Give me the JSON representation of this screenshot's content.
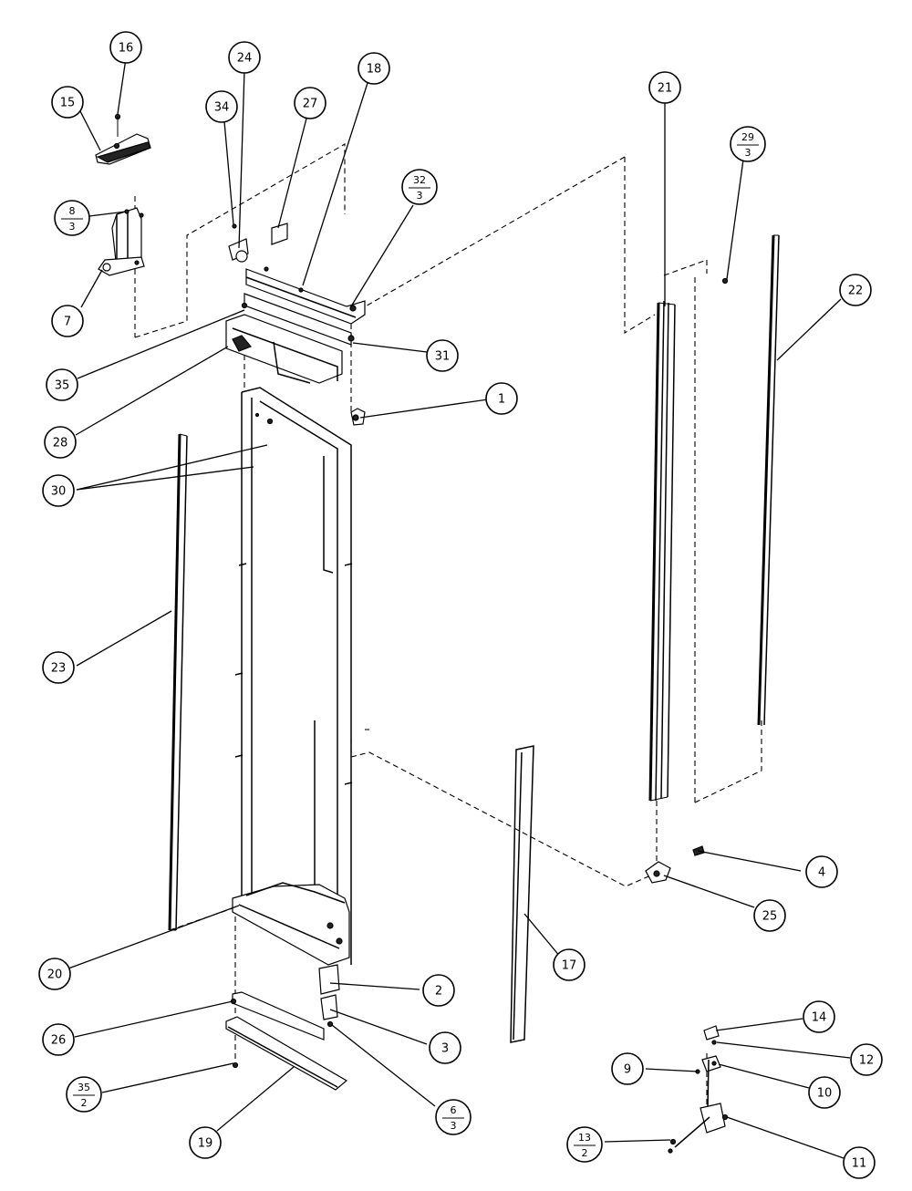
{
  "diagram": {
    "callouts": [
      {
        "id": "c16",
        "label": "16"
      },
      {
        "id": "c15",
        "label": "15"
      },
      {
        "id": "c8_3",
        "num": "8",
        "den": "3"
      },
      {
        "id": "c7",
        "label": "7"
      },
      {
        "id": "c24",
        "label": "24"
      },
      {
        "id": "c34",
        "label": "34"
      },
      {
        "id": "c27",
        "label": "27"
      },
      {
        "id": "c18",
        "label": "18"
      },
      {
        "id": "c32_3",
        "num": "32",
        "den": "3"
      },
      {
        "id": "c35",
        "label": "35"
      },
      {
        "id": "c31",
        "label": "31"
      },
      {
        "id": "c28",
        "label": "28"
      },
      {
        "id": "c1",
        "label": "1"
      },
      {
        "id": "c30",
        "label": "30"
      },
      {
        "id": "c23",
        "label": "23"
      },
      {
        "id": "c21",
        "label": "21"
      },
      {
        "id": "c29_3",
        "num": "29",
        "den": "3"
      },
      {
        "id": "c22",
        "label": "22"
      },
      {
        "id": "c4",
        "label": "4"
      },
      {
        "id": "c25",
        "label": "25"
      },
      {
        "id": "c20",
        "label": "20"
      },
      {
        "id": "c17",
        "label": "17"
      },
      {
        "id": "c2",
        "label": "2"
      },
      {
        "id": "c26",
        "label": "26"
      },
      {
        "id": "c3",
        "label": "3"
      },
      {
        "id": "c6_3",
        "num": "6",
        "den": "3"
      },
      {
        "id": "c35_2",
        "num": "35",
        "den": "2"
      },
      {
        "id": "c19",
        "label": "19"
      },
      {
        "id": "c14",
        "label": "14"
      },
      {
        "id": "c12",
        "label": "12"
      },
      {
        "id": "c9",
        "label": "9"
      },
      {
        "id": "c10",
        "label": "10"
      },
      {
        "id": "c13_2",
        "num": "13",
        "den": "2"
      },
      {
        "id": "c11",
        "label": "11"
      }
    ]
  }
}
